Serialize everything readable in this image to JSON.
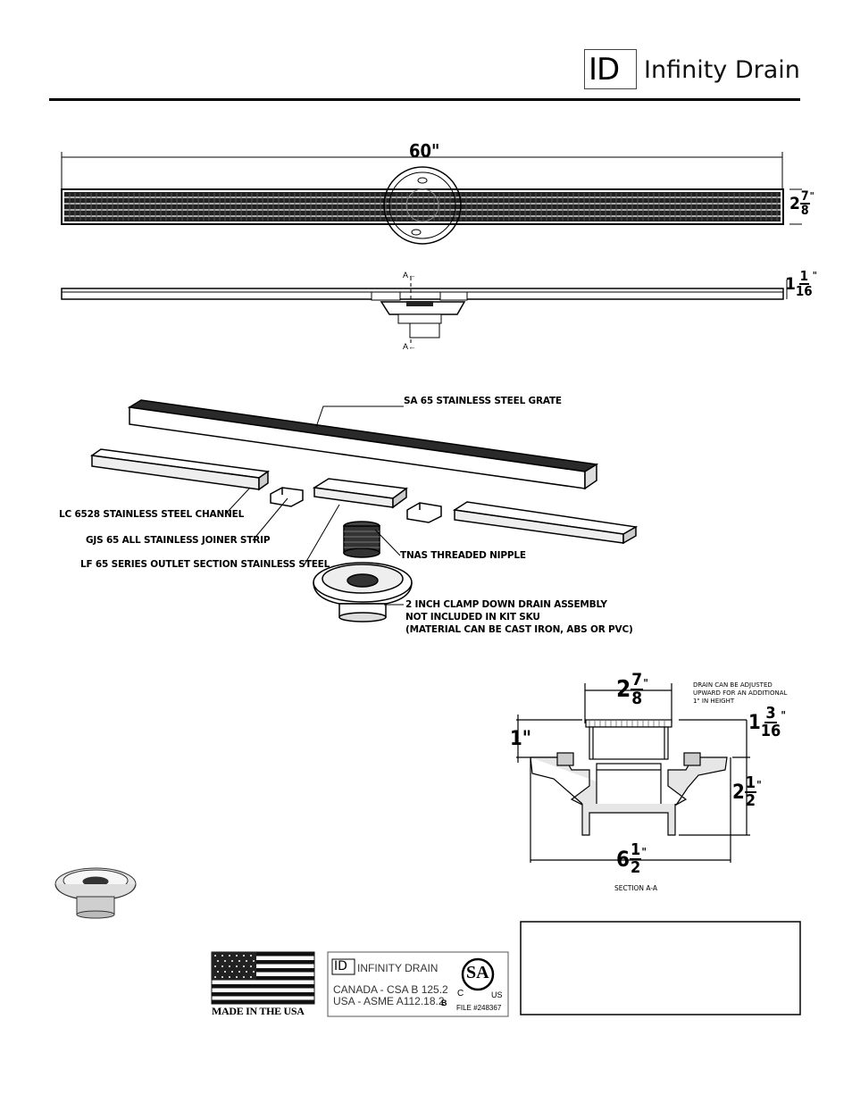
{
  "header": {
    "logo_mark": "ID",
    "brand": "Infinity Drain"
  },
  "top_view": {
    "length": "60\"",
    "height_whole": "2",
    "height_num": "7",
    "height_den": "8"
  },
  "side_view": {
    "section_marker_top": "A",
    "section_marker_bottom": "A",
    "height_whole": "1",
    "height_num": "1",
    "height_den": "16"
  },
  "exploded": {
    "grate": "SA 65 STAINLESS STEEL GRATE",
    "channel": "LC 6528 STAINLESS STEEL CHANNEL",
    "joiner": "GJS 65 ALL STAINLESS JOINER STRIP",
    "outlet": "LF 65 SERIES OUTLET SECTION STAINLESS STEEL",
    "nipple": "TNAS THREADED NIPPLE",
    "drain_line1": "2 INCH CLAMP DOWN DRAIN ASSEMBLY",
    "drain_line2": "NOT INCLUDED IN KIT SKU",
    "drain_line3": "(MATERIAL CAN BE CAST IRON, ABS OR PVC)"
  },
  "section": {
    "top_width_whole": "2",
    "top_width_num": "7",
    "top_width_den": "8",
    "note_line1": "DRAIN CAN BE ADJUSTED",
    "note_line2": "UPWARD FOR AN ADDITIONAL",
    "note_line3": "1\" IN HEIGHT",
    "left_height": "1\"",
    "right_upper_whole": "1",
    "right_upper_num": "3",
    "right_upper_den": "16",
    "right_lower_whole": "2",
    "right_lower_num": "1",
    "right_lower_den": "2",
    "bottom_width_whole": "6",
    "bottom_width_num": "1",
    "bottom_width_den": "2",
    "caption": "SECTION A-A"
  },
  "badges": {
    "made_in_usa": "MADE IN THE USA",
    "cert_logo": "ID",
    "cert_brand": "INFINITY DRAIN",
    "canada": "CANADA - CSA B 125.2",
    "usa": "USA - ASME A112.18.2",
    "b_mark": "B",
    "csa_c": "C",
    "csa_us": "US",
    "csa_mark": "SA",
    "file": "FILE #248367"
  },
  "colors": {
    "ink": "#000000",
    "flag_red": "#b22234",
    "flag_blue": "#3c3b6e"
  }
}
